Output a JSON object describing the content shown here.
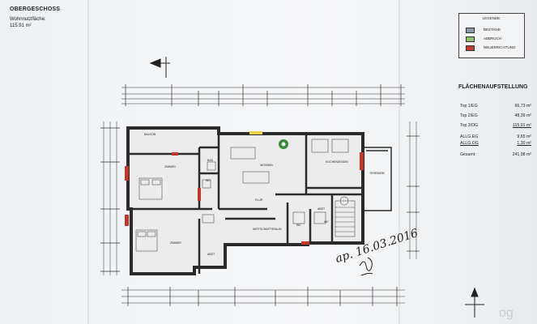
{
  "header": {
    "title": "OBERGESCHOSS",
    "subtitle": "Wohnnutzfläche:",
    "area": "115.91 m²"
  },
  "legend": {
    "title": "LEGENDE:",
    "items": [
      {
        "label": "BESTAND",
        "color": "#8c9aa6"
      },
      {
        "label": "ABBRUCH",
        "color": "#8fbf6a"
      },
      {
        "label": "NEUERRICHTUNG",
        "color": "#c0392b"
      }
    ]
  },
  "areas": {
    "title": "FLÄCHENAUFSTELLUNG",
    "rows": [
      {
        "name": "Top 1/EG",
        "value": "66,73 m²"
      },
      {
        "name": "Top 2/EG",
        "value": "48,39 m²"
      },
      {
        "name": "Top 3/OG",
        "value": "115,91 m²"
      },
      {
        "name": "ALLG.EG",
        "value": "9,65 m²"
      },
      {
        "name": "ALLG.OG",
        "value": "1,30 m²"
      },
      {
        "name": "Gesamt:",
        "value": "241,98 m²"
      }
    ]
  },
  "rooms": {
    "balkon": "BALKON",
    "bad": "BAD",
    "wc": "WC",
    "wohnen": "WOHNEN",
    "kochen": "KOCHEN/ESSEN",
    "terrasse": "TERRASSE",
    "zimmer1": "ZIMMER",
    "zimmer2": "ZIMMER",
    "wirtschaft": "WIRTSCHAFTSRAUM",
    "abst": "ABST",
    "wc2": "WC",
    "flur": "FLUR",
    "wc3": "WC",
    "abst2": "ABST"
  },
  "stamp": "ap. 16.03.2016",
  "page_mark": "og"
}
